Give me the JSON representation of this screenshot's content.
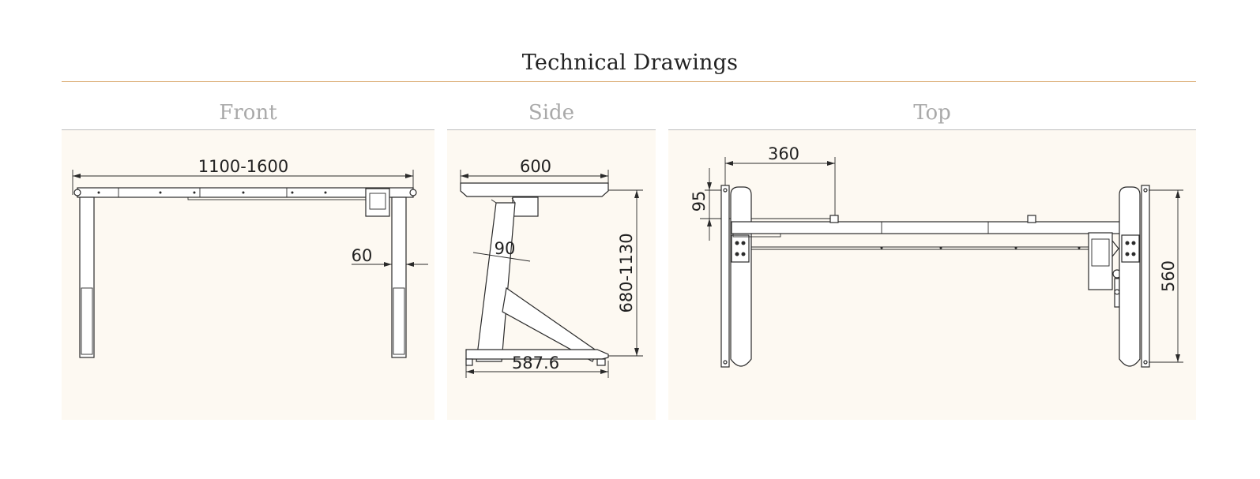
{
  "page": {
    "title": "Technical Drawings",
    "background": "#ffffff",
    "accent_line_color": "#d9a66a",
    "panel_background": "#fdf9f2",
    "section_title_color": "#a9a9a9"
  },
  "sections": {
    "front": {
      "title": "Front",
      "dimensions": {
        "width": "1100-1600",
        "leg": "60"
      }
    },
    "side": {
      "title": "Side",
      "dimensions": {
        "depth": "600",
        "angle": "90",
        "height": "680-1130",
        "base": "587.6"
      }
    },
    "top": {
      "title": "Top",
      "dimensions": {
        "offset": "360",
        "rail": "95",
        "depth": "560"
      }
    }
  }
}
